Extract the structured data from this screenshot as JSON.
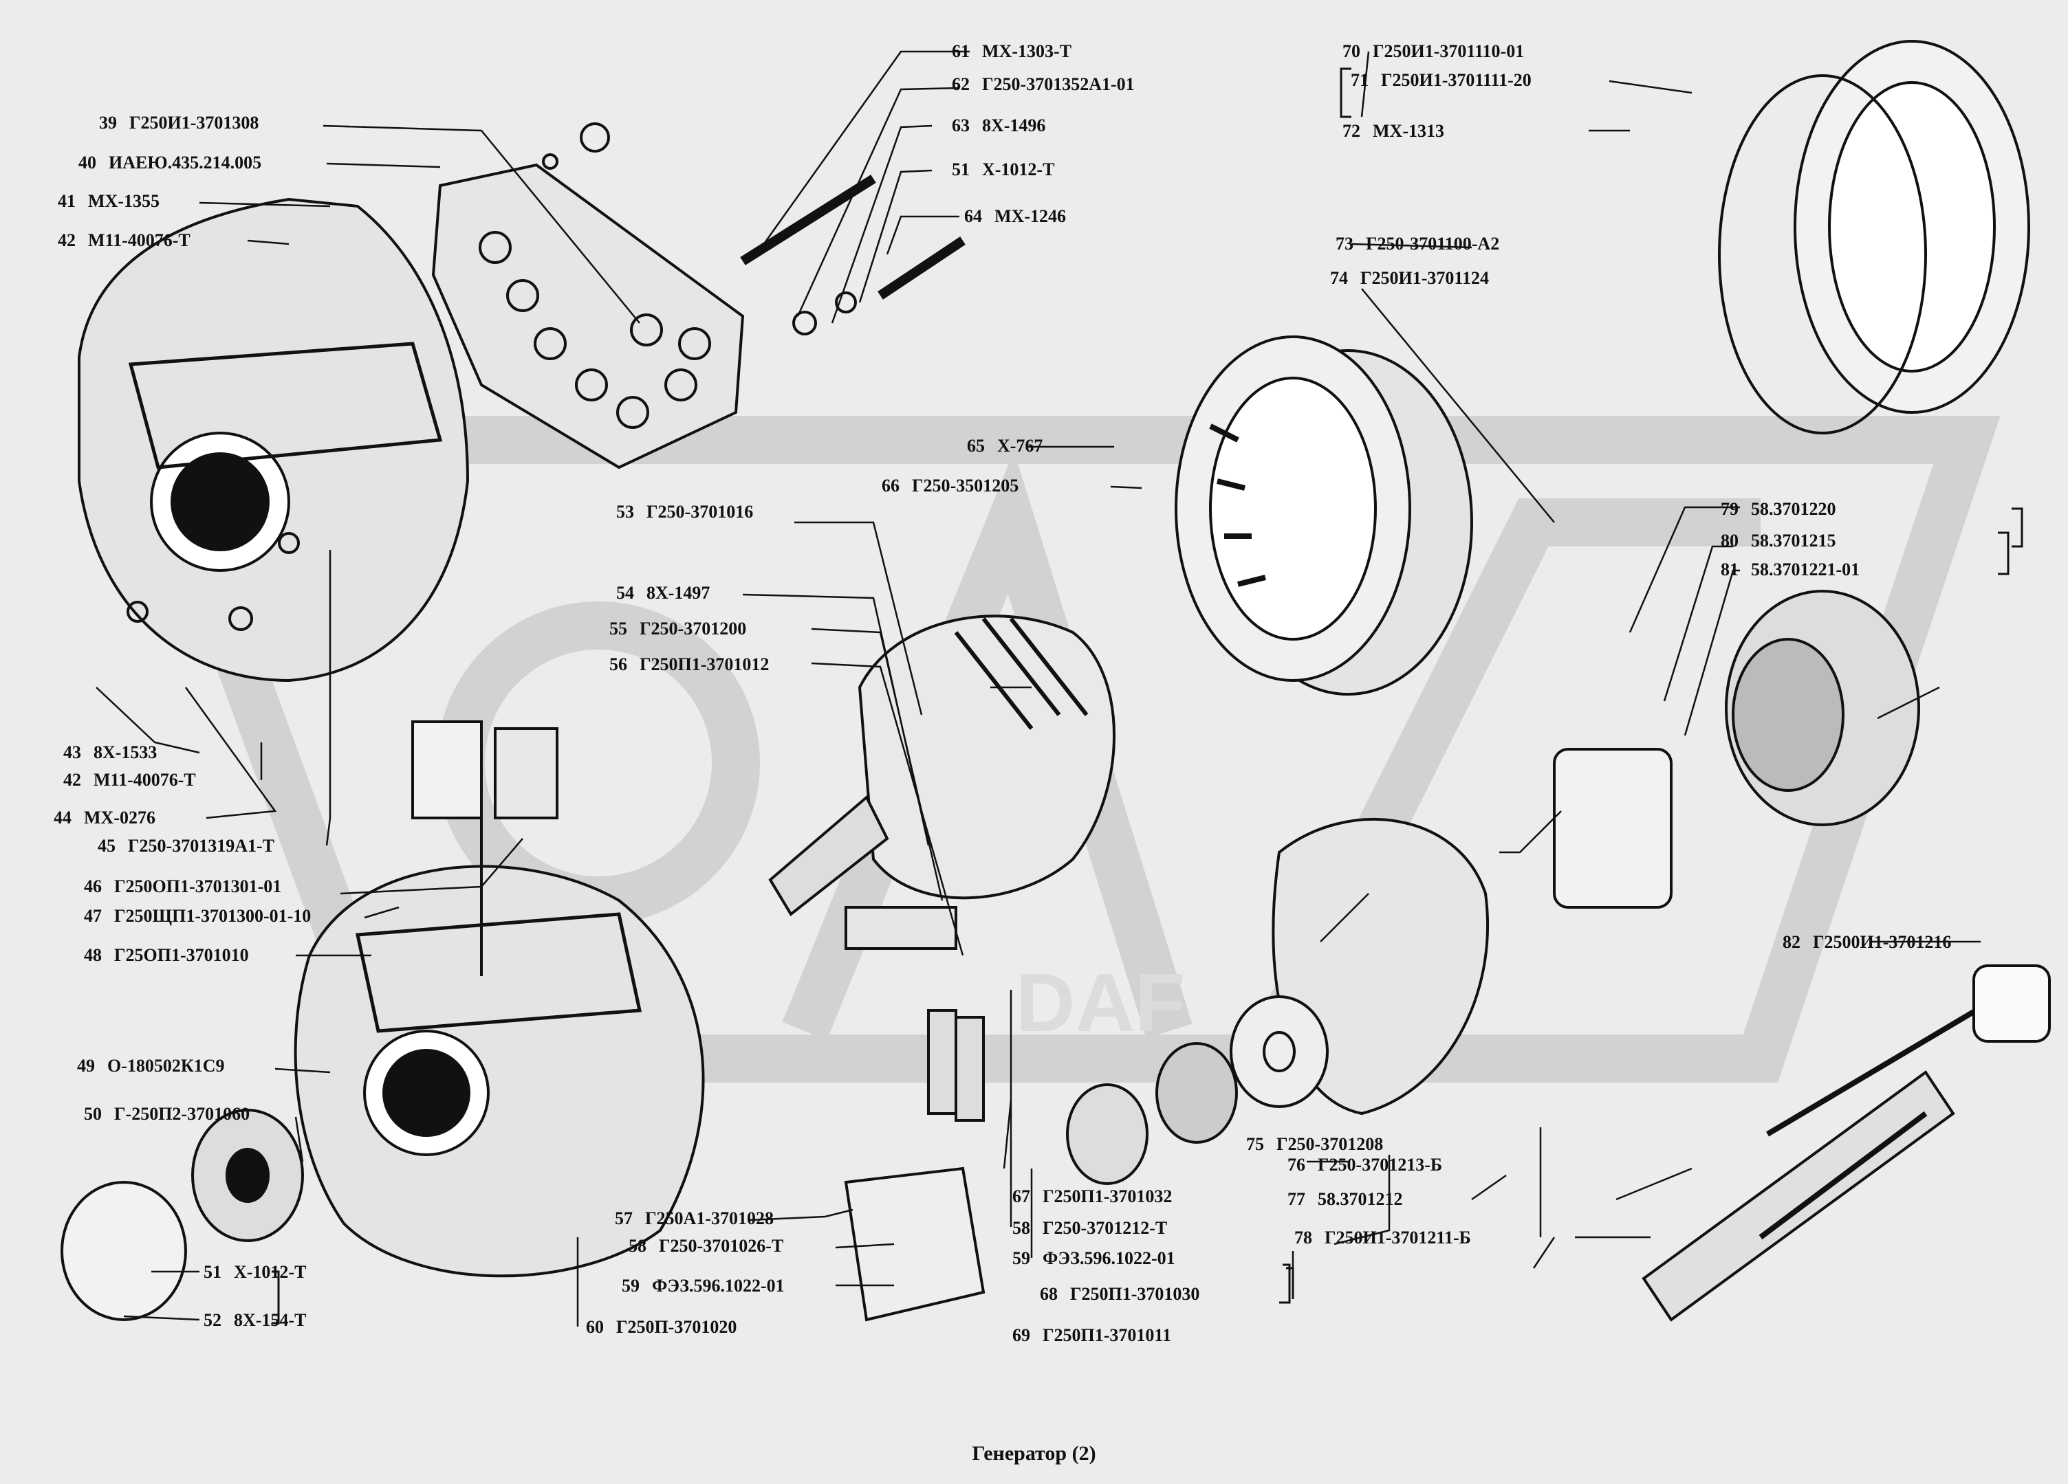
{
  "caption": "Генератор (2)",
  "watermark_text": "DAF",
  "colors": {
    "background": "#ececec",
    "ink": "#111111",
    "watermark": "#d2d2d2"
  },
  "labels": [
    {
      "num": "39",
      "code": "Г250И1-3701308"
    },
    {
      "num": "40",
      "code": "ИАЕЮ.435.214.005"
    },
    {
      "num": "41",
      "code": "МХ-1355"
    },
    {
      "num": "42",
      "code": "М11-40076-Т"
    },
    {
      "num": "43",
      "code": "8Х-1533"
    },
    {
      "num": "42",
      "code": "М11-40076-Т"
    },
    {
      "num": "44",
      "code": "МХ-0276"
    },
    {
      "num": "45",
      "code": "Г250-3701319А1-Т"
    },
    {
      "num": "46",
      "code": "Г250ОП1-3701301-01"
    },
    {
      "num": "47",
      "code": "Г250ЩП1-3701300-01-10"
    },
    {
      "num": "48",
      "code": "Г25ОП1-3701010"
    },
    {
      "num": "49",
      "code": "О-180502К1С9"
    },
    {
      "num": "50",
      "code": "Г-250П2-3701060"
    },
    {
      "num": "51",
      "code": "Х-1012-Т"
    },
    {
      "num": "52",
      "code": "8Х-154-Т"
    },
    {
      "num": "53",
      "code": "Г250-3701016"
    },
    {
      "num": "54",
      "code": "8Х-1497"
    },
    {
      "num": "55",
      "code": "Г250-3701200"
    },
    {
      "num": "56",
      "code": "Г250П1-3701012"
    },
    {
      "num": "57",
      "code": "Г250А1-3701028"
    },
    {
      "num": "58",
      "code": "Г250-3701026-Т"
    },
    {
      "num": "59",
      "code": "ФЭЗ.596.1022-01"
    },
    {
      "num": "60",
      "code": "Г250П-3701020"
    },
    {
      "num": "61",
      "code": "МХ-1303-Т"
    },
    {
      "num": "62",
      "code": "Г250-3701352А1-01"
    },
    {
      "num": "63",
      "code": "8Х-1496"
    },
    {
      "num": "51",
      "code": "Х-1012-Т"
    },
    {
      "num": "64",
      "code": "МХ-1246"
    },
    {
      "num": "65",
      "code": "Х-767"
    },
    {
      "num": "66",
      "code": "Г250-3501205"
    },
    {
      "num": "67",
      "code": "Г250П1-3701032"
    },
    {
      "num": "58",
      "code": "Г250-3701212-Т"
    },
    {
      "num": "59",
      "code": "ФЭЗ.596.1022-01"
    },
    {
      "num": "68",
      "code": "Г250П1-3701030"
    },
    {
      "num": "69",
      "code": "Г250П1-3701011"
    },
    {
      "num": "70",
      "code": "Г250И1-3701110-01"
    },
    {
      "num": "71",
      "code": "Г250И1-3701111-20"
    },
    {
      "num": "72",
      "code": "МХ-1313"
    },
    {
      "num": "73",
      "code": "Г250-3701100-А2"
    },
    {
      "num": "74",
      "code": "Г250И1-3701124"
    },
    {
      "num": "75",
      "code": "Г250-3701208"
    },
    {
      "num": "76",
      "code": "Г250-3701213-Б"
    },
    {
      "num": "77",
      "code": "58.3701212"
    },
    {
      "num": "78",
      "code": "Г250И1-3701211-Б"
    },
    {
      "num": "79",
      "code": "58.3701220"
    },
    {
      "num": "80",
      "code": "58.3701215"
    },
    {
      "num": "81",
      "code": "58.3701221-01"
    },
    {
      "num": "82",
      "code": "Г2500И1-3701216"
    }
  ]
}
